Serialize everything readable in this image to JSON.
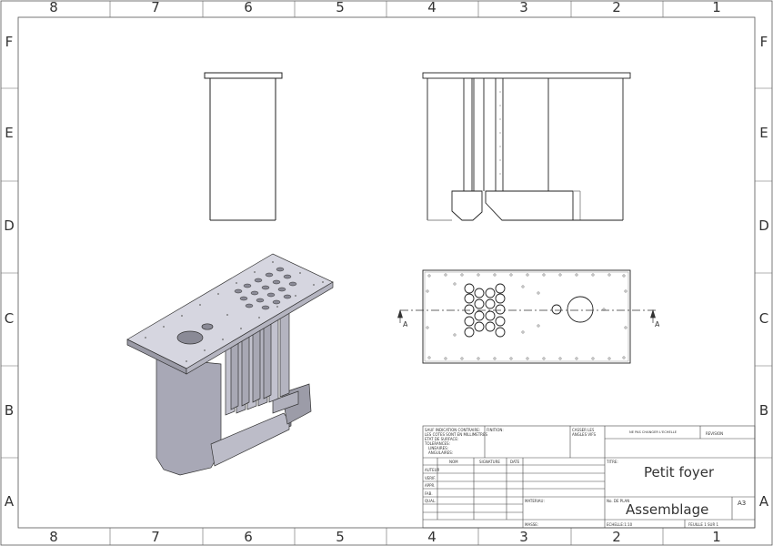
{
  "zones": {
    "columns": [
      "8",
      "7",
      "6",
      "5",
      "4",
      "3",
      "2",
      "1"
    ],
    "rows": [
      "F",
      "E",
      "D",
      "C",
      "B",
      "A"
    ]
  },
  "section": {
    "label_left": "A",
    "label_right": "A"
  },
  "title_block": {
    "tolerance_note": [
      "SAUF INDICATION CONTRAIRE:",
      "LES COTES SONT EN MILLIMETRES",
      "ETAT DE SURFACE:",
      "TOLERANCES:",
      "LINEAIRES:",
      "ANGULAIRES:"
    ],
    "finition": "FINITION:",
    "break_edges": [
      "CASSER LES",
      "ANGLES VIFS"
    ],
    "no_scale": "NE PAS CHANGER L'ECHELLE",
    "revision": "REVISION",
    "col_nom": "NOM",
    "col_signature": "SIGNATURE",
    "col_date": "DATE",
    "rows": [
      "AUTEUR",
      "VERIF.",
      "APPR.",
      "FAB.",
      "QUAL."
    ],
    "titre_label": "TITRE:",
    "title": "Petit foyer",
    "materiau": "MATERIAU:",
    "masse": "MASSE:",
    "dwg_no_label": "No. DE PLAN",
    "dwg_no": "Assemblage",
    "size": "A3",
    "scale": "ECHELLE:1:10",
    "sheet": "FEUILLE 1 SUR 1"
  }
}
